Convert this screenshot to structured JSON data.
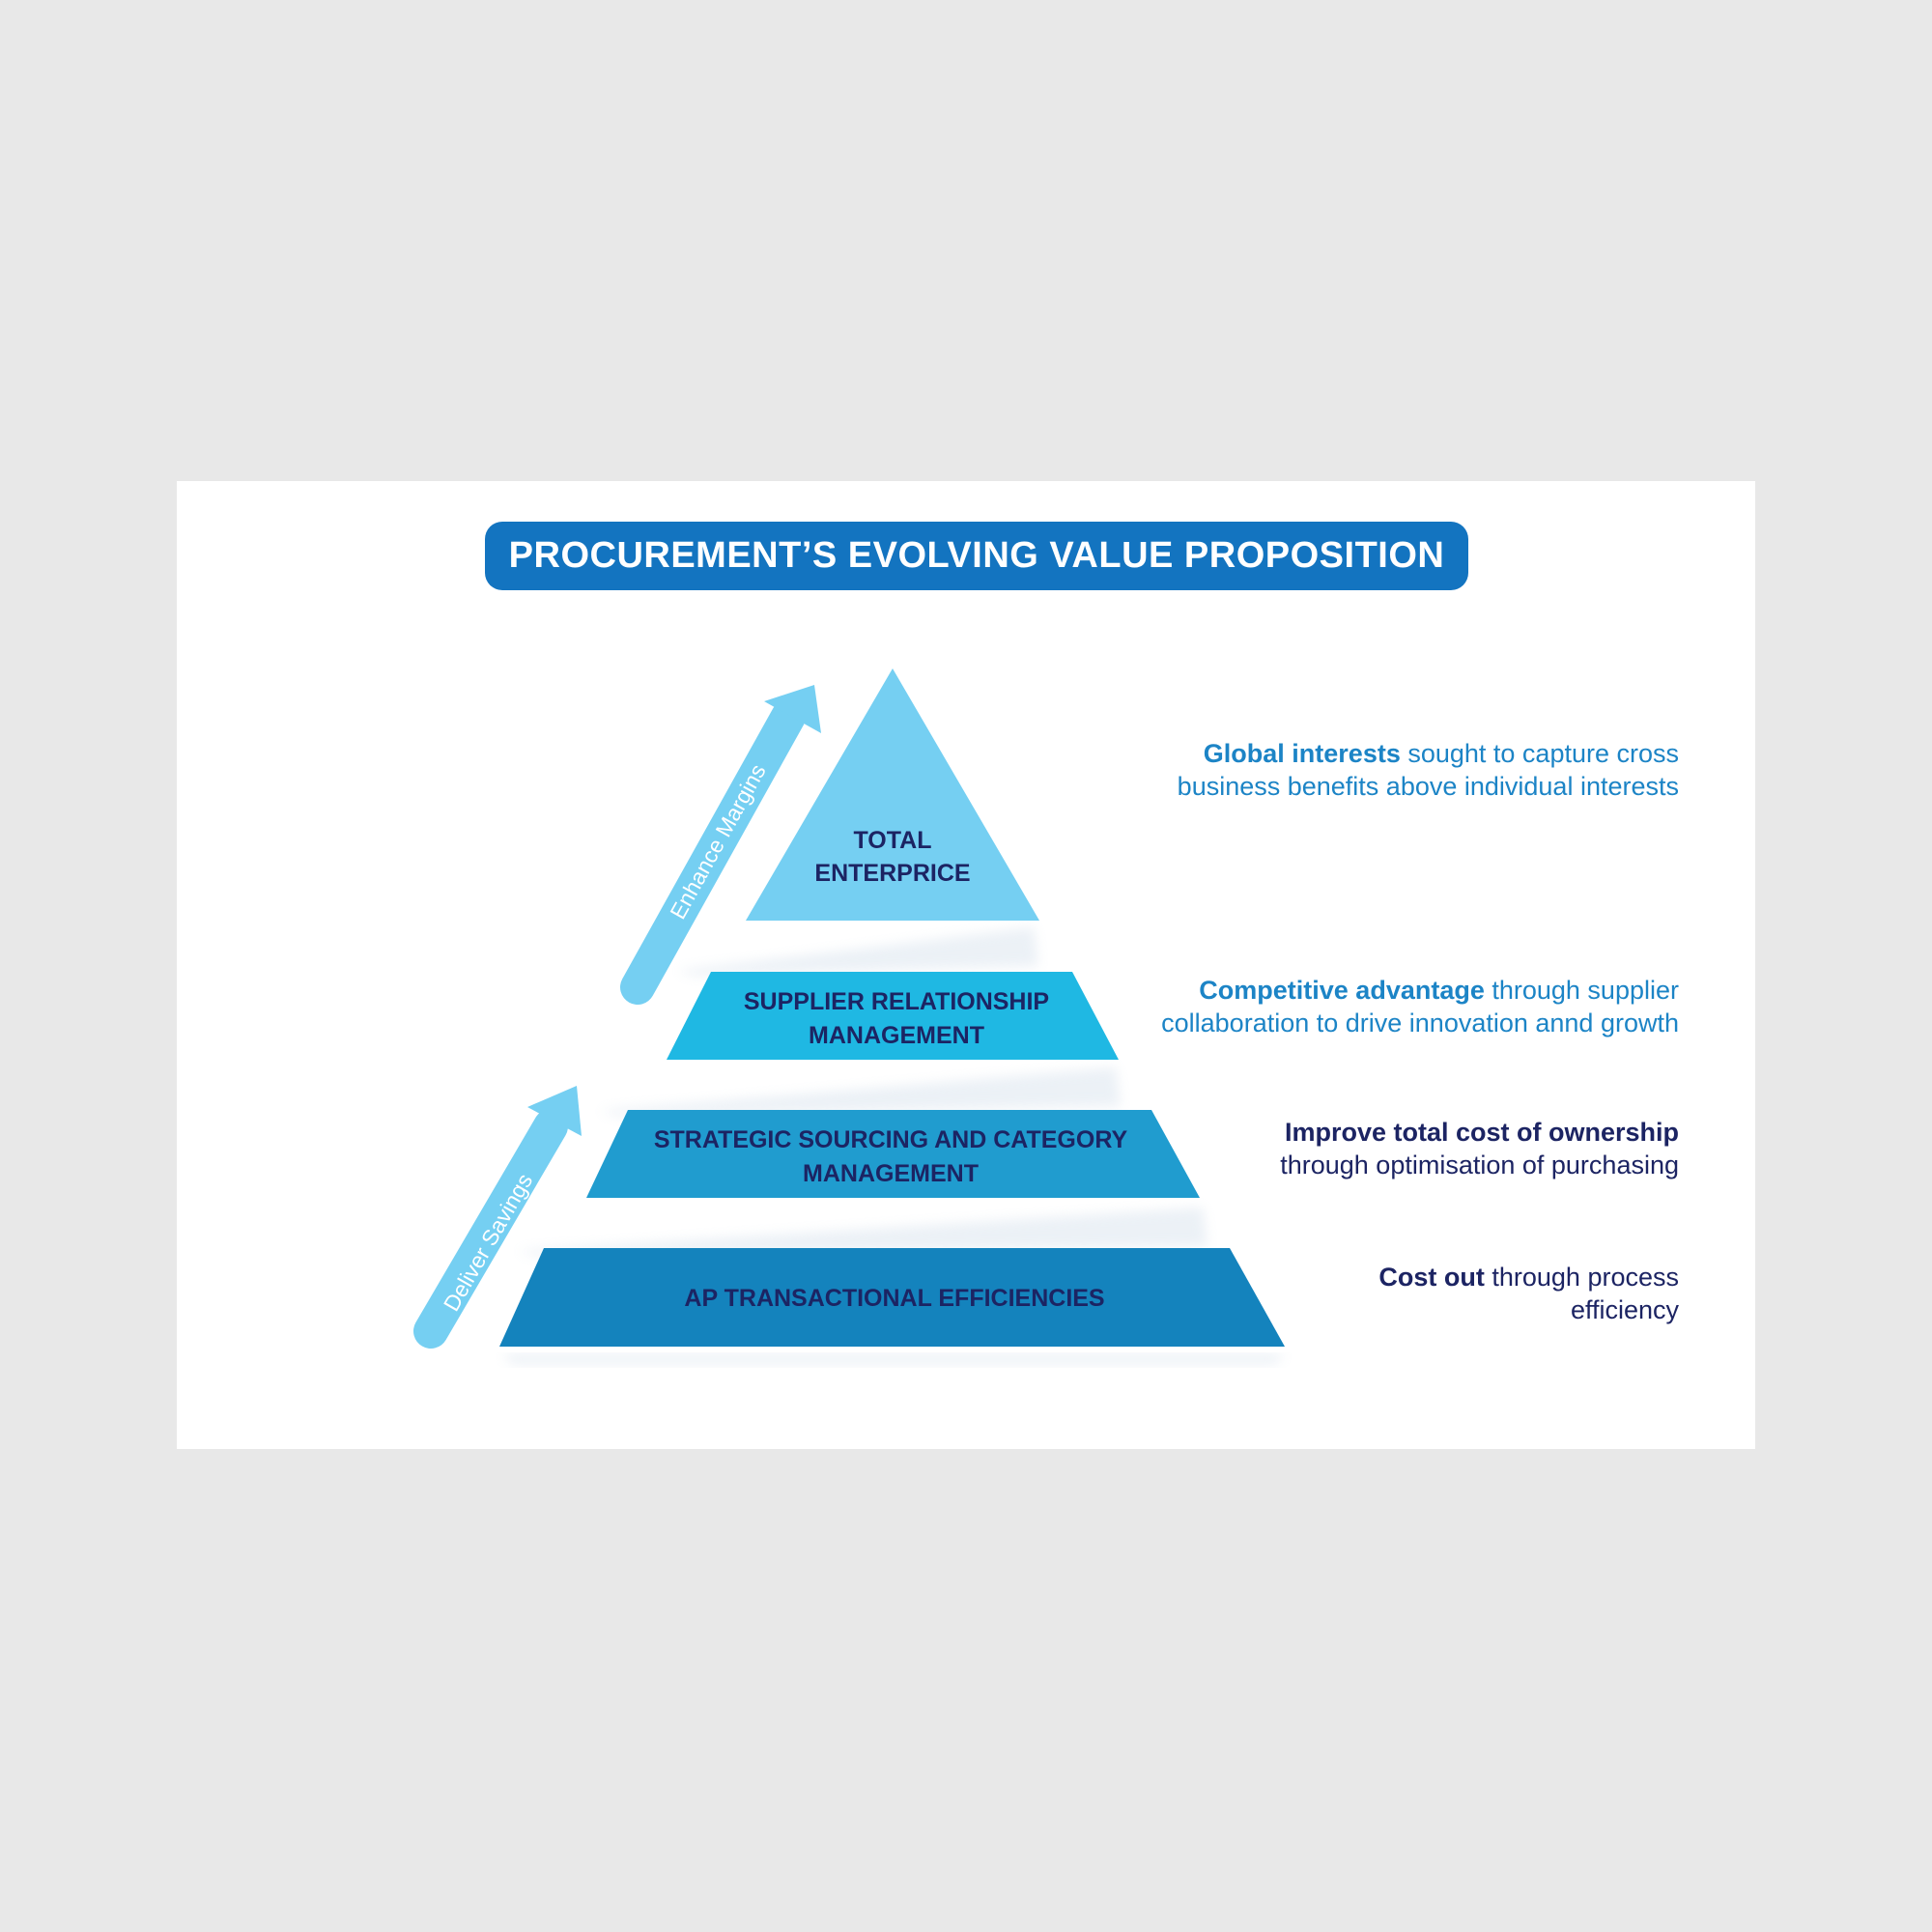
{
  "title": "PROCUREMENT’S EVOLVING VALUE PROPOSITION",
  "colors": {
    "background": "#e8e8e8",
    "card": "#ffffff",
    "title_bg": "#1374c0",
    "tier1": "#75cff2",
    "tier2": "#1fb8e3",
    "tier3": "#209ccf",
    "tier4": "#1483bd",
    "arrow": "#75cff2",
    "label_text": "#1c2463",
    "desc_accent": "#1c84c6"
  },
  "tiers": [
    {
      "line1": "TOTAL",
      "line2": "ENTERPRICE"
    },
    {
      "line1": "SUPPLIER RELATIONSHIP",
      "line2": "MANAGEMENT"
    },
    {
      "line1": "STRATEGIC SOURCING AND CATEGORY",
      "line2": "MANAGEMENT"
    },
    {
      "line1": "AP TRANSACTIONAL EFFICIENCIES",
      "line2": ""
    }
  ],
  "arrows": {
    "upper": "Enhance Margins",
    "lower": "Deliver Savings"
  },
  "descriptions": [
    {
      "strong": "Global interests",
      "rest_line1": " sought to capture cross",
      "line2": "business benefits above individual interests"
    },
    {
      "strong": "Competitive advantage",
      "rest_line1": " through supplier",
      "line2": "collaboration to drive innovation annd growth"
    },
    {
      "strong": "Improve total cost of ownership",
      "rest_line1": "",
      "line2": "through optimisation of purchasing"
    },
    {
      "strong": "Cost out",
      "rest_line1": " through process",
      "line2": "efficiency"
    }
  ]
}
